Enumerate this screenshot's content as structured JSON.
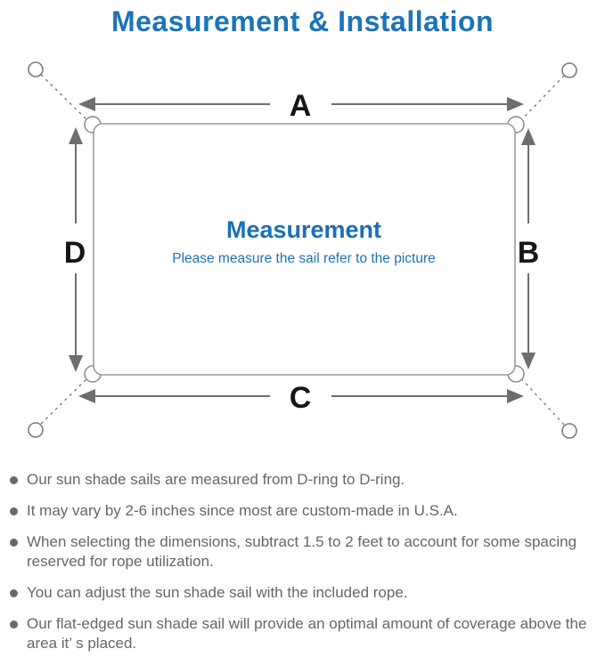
{
  "title": "Measurement & Installation",
  "colors": {
    "accent_blue": "#1b74b8",
    "center_text_blue": "#1b6fb5",
    "line_gray": "#9c9c9c",
    "arrow_gray": "#6e6e6e",
    "note_text_gray": "#666666",
    "label_black": "#161616"
  },
  "diagram": {
    "labels": {
      "top": "A",
      "right": "B",
      "bottom": "C",
      "left": "D"
    },
    "center_title": "Measurement",
    "center_subtitle": "Please measure the sail refer to the picture"
  },
  "bullets": [
    "Our sun shade sails are measured from D-ring to D-ring.",
    "It may vary by 2-6 inches since most are custom-made in U.S.A.",
    "When selecting the dimensions, subtract 1.5 to 2 feet to account for some spacing reserved for rope utilization.",
    "You can adjust the sun shade sail with the included rope.",
    "Our flat-edged sun shade sail will provide an optimal amount of coverage above the area it’ s placed."
  ]
}
